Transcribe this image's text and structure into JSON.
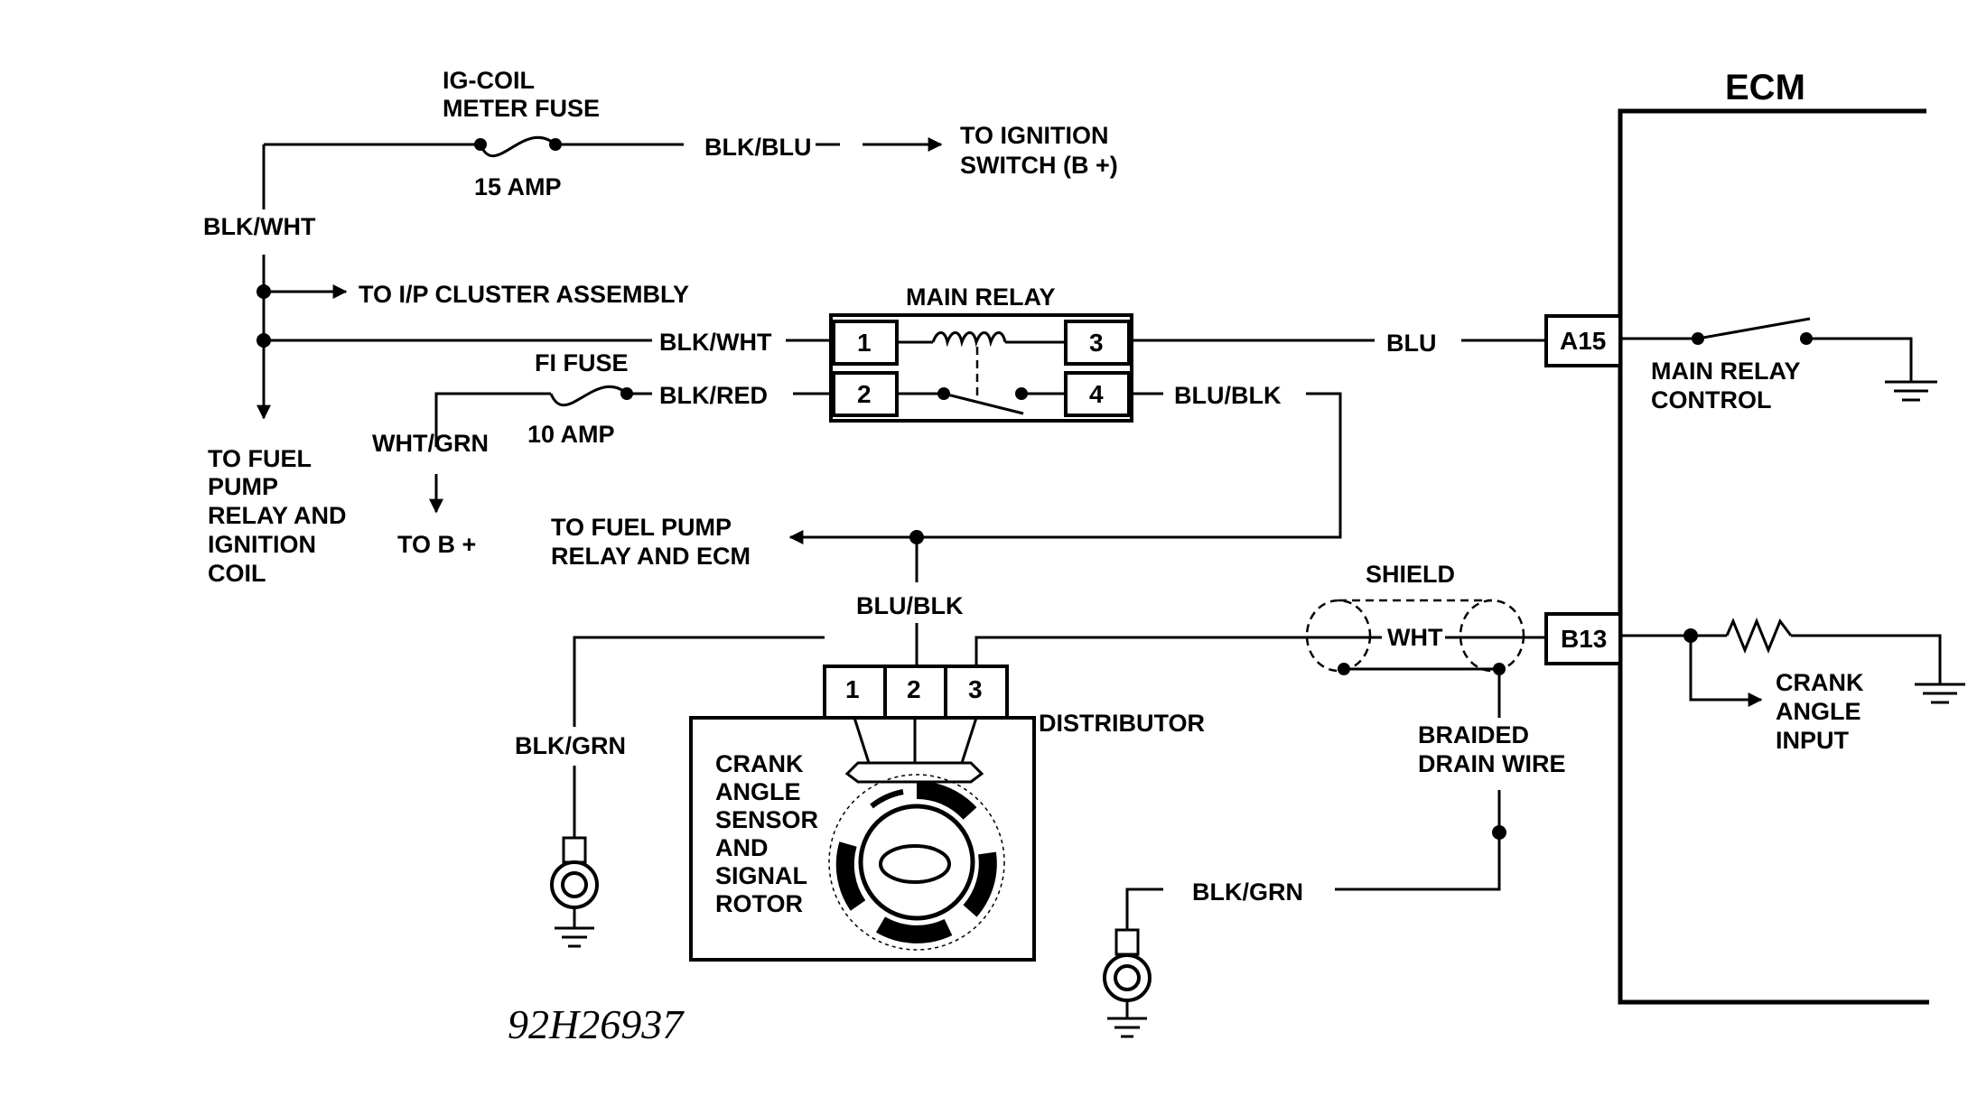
{
  "ecm": {
    "title": "ECM"
  },
  "fuse_igcoil": {
    "line1": "IG-COIL",
    "line2": "METER FUSE",
    "rating": "15 AMP"
  },
  "fuse_fi": {
    "name": "FI FUSE",
    "rating": "10 AMP"
  },
  "main_relay": {
    "title": "MAIN RELAY",
    "pins": [
      "1",
      "2",
      "3",
      "4"
    ]
  },
  "wires": {
    "blk_blu": "BLK/BLU",
    "blk_wht_top": "BLK/WHT",
    "blk_wht_relay": "BLK/WHT",
    "blk_red": "BLK/RED",
    "wht_grn": "WHT/GRN",
    "blu": "BLU",
    "blu_blk_relay": "BLU/BLK",
    "blu_blk_dist": "BLU/BLK",
    "wht": "WHT",
    "blk_grn_left": "BLK/GRN",
    "blk_grn_bottom": "BLK/GRN"
  },
  "destinations": {
    "ignition_switch": [
      "TO IGNITION",
      "SWITCH (B +)"
    ],
    "ip_cluster": "TO I/P CLUSTER ASSEMBLY",
    "fuel_pump_ignition": [
      "TO FUEL",
      "PUMP",
      "RELAY AND",
      "IGNITION",
      "COIL"
    ],
    "to_b_plus": "TO B +",
    "fuel_pump_ecm": [
      "TO FUEL PUMP",
      "RELAY AND ECM"
    ]
  },
  "connectors": {
    "a15": "A15",
    "b13": "B13"
  },
  "ecm_internal": {
    "main_relay_control": [
      "MAIN RELAY",
      "CONTROL"
    ],
    "crank_angle_input": [
      "CRANK",
      "ANGLE",
      "INPUT"
    ]
  },
  "distributor": {
    "label": "DISTRIBUTOR",
    "pins": [
      "1",
      "2",
      "3"
    ],
    "sensor_label": [
      "CRANK",
      "ANGLE",
      "SENSOR",
      "AND",
      "SIGNAL",
      "ROTOR"
    ]
  },
  "shield": {
    "label": "SHIELD",
    "drain": [
      "BRAIDED",
      "DRAIN WIRE"
    ]
  },
  "figure_code": "92H26937"
}
